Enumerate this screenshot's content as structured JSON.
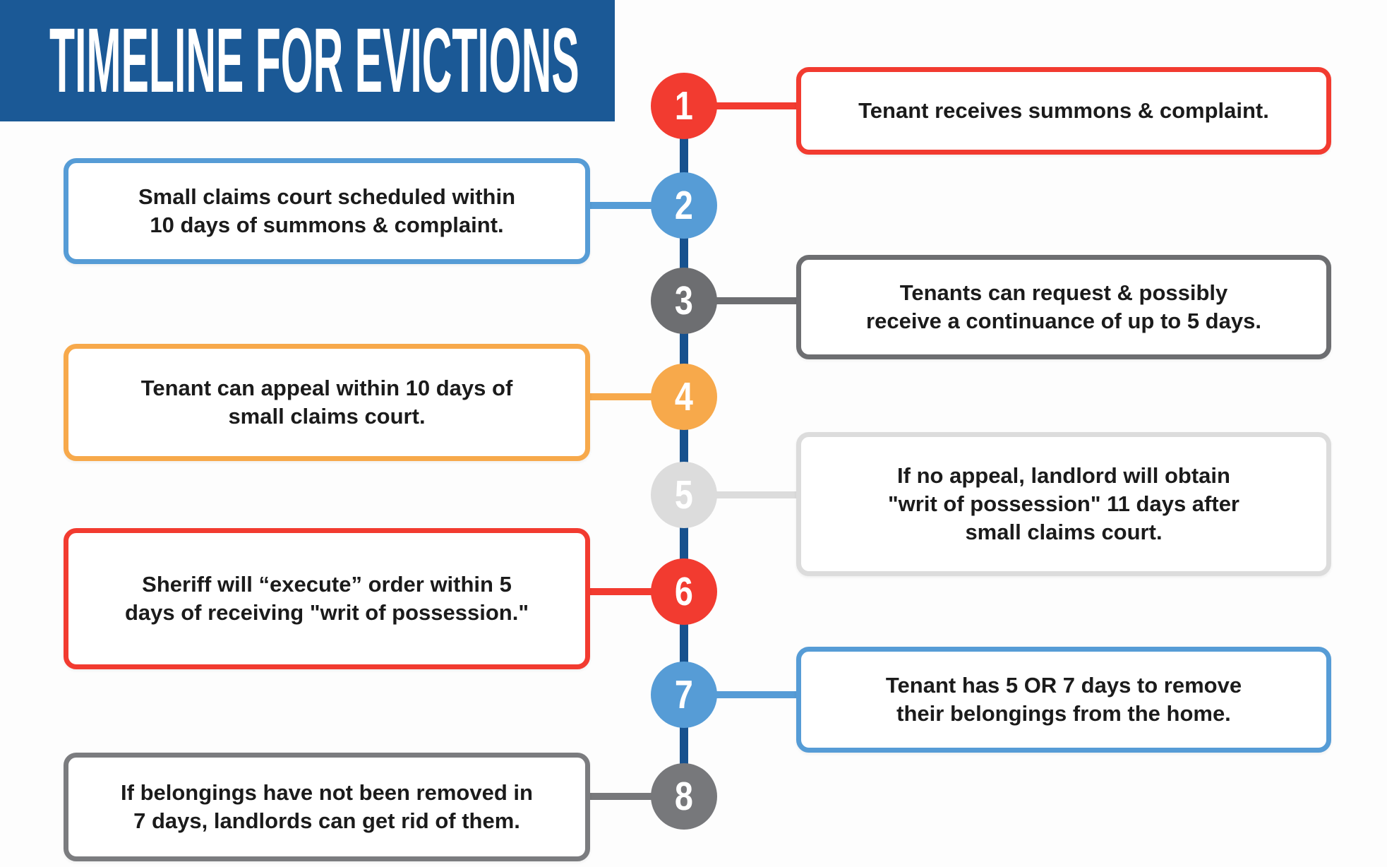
{
  "title": "TIMELINE FOR EVICTIONS",
  "colors": {
    "header_bg": "#1B5996",
    "timeline_line": "#17528F",
    "red": "#F23B30",
    "blue": "#569CD6",
    "dark_gray": "#6D6E71",
    "orange": "#F7A94B",
    "light_gray": "#DCDCDC",
    "gray": "#77787B",
    "box_bg": "#FFFFFF",
    "text": "#1B1B1B"
  },
  "steps": [
    {
      "number": "1",
      "side": "right",
      "color": "#F23B30",
      "text": "Tenant receives summons & complaint.",
      "lines": [
        "Tenant receives summons & complaint."
      ]
    },
    {
      "number": "2",
      "side": "left",
      "color": "#569CD6",
      "text": "Small claims court scheduled within 10 days of summons & complaint.",
      "lines": [
        "Small claims court scheduled within",
        "10 days of summons & complaint."
      ]
    },
    {
      "number": "3",
      "side": "right",
      "color": "#6D6E71",
      "text": "Tenants can request & possibly receive a continuance of up to 5 days.",
      "lines": [
        "Tenants can request & possibly",
        "receive a continuance of up to 5 days."
      ]
    },
    {
      "number": "4",
      "side": "left",
      "color": "#F7A94B",
      "text": "Tenant can appeal within 10 days of small claims court.",
      "lines": [
        "Tenant can appeal within 10 days of",
        "small claims court."
      ]
    },
    {
      "number": "5",
      "side": "right",
      "color": "#DCDCDC",
      "text": "If no appeal, landlord will obtain \"writ of possession\" 11 days after small claims court.",
      "lines": [
        "If no appeal, landlord will obtain",
        "\"writ of possession\" 11 days after",
        "small claims court."
      ]
    },
    {
      "number": "6",
      "side": "left",
      "color": "#F23B30",
      "text": "Sheriff will “execute” order within 5 days of receiving \"writ of possession.\"",
      "lines": [
        "Sheriff will “execute” order within 5",
        "days of receiving \"writ of possession.\""
      ]
    },
    {
      "number": "7",
      "side": "right",
      "color": "#569CD6",
      "text": "Tenant has 5 OR 7 days to remove their belongings from the home.",
      "lines": [
        "Tenant has 5 OR 7 days to remove",
        "their belongings from the home."
      ]
    },
    {
      "number": "8",
      "side": "left",
      "color": "#77787B",
      "text": "If belongings have not been removed in 7 days, landlords can get rid of them.",
      "lines": [
        "If belongings have not been removed in",
        "7 days, landlords can get rid of them."
      ]
    }
  ]
}
